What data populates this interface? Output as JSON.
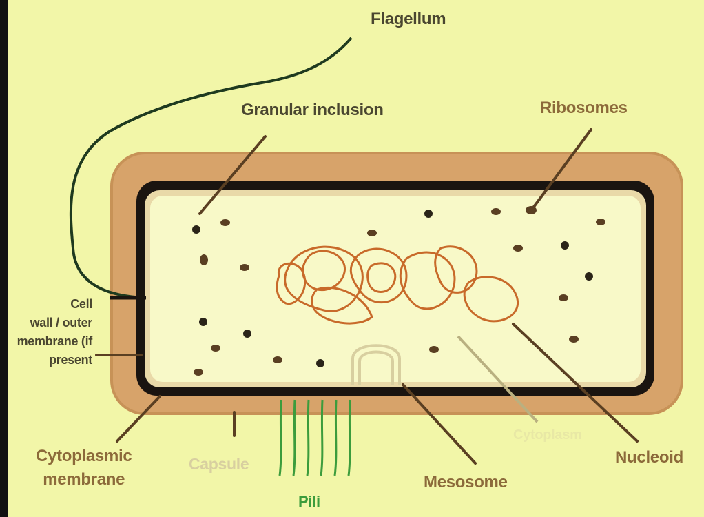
{
  "labels": {
    "flagellum": "Flagellum",
    "granular_inclusion": "Granular inclusion",
    "ribosomes": "Ribosomes",
    "cell_wall": [
      "Cell",
      "wall / outer",
      "membrane (if",
      "present"
    ],
    "cytoplasmic_membrane": [
      "Cytoplasmic",
      "membrane"
    ],
    "capsule": "Capsule",
    "pili": "Pili",
    "mesosome": "Mesosome",
    "nucleoid": "Nucleoid",
    "unlabeled_arrow": "Cytoplasm"
  },
  "colors": {
    "background": "#f2f6a8",
    "capsule": "#d7a36a",
    "cell_wall": "#1a1410",
    "cytoplasm": "#f8f9c8",
    "nucleoid": "#c86a2a",
    "pili": "#3c9c3c",
    "flagellum": "#1f3a1f",
    "leader_lines": "#5a3f22"
  }
}
